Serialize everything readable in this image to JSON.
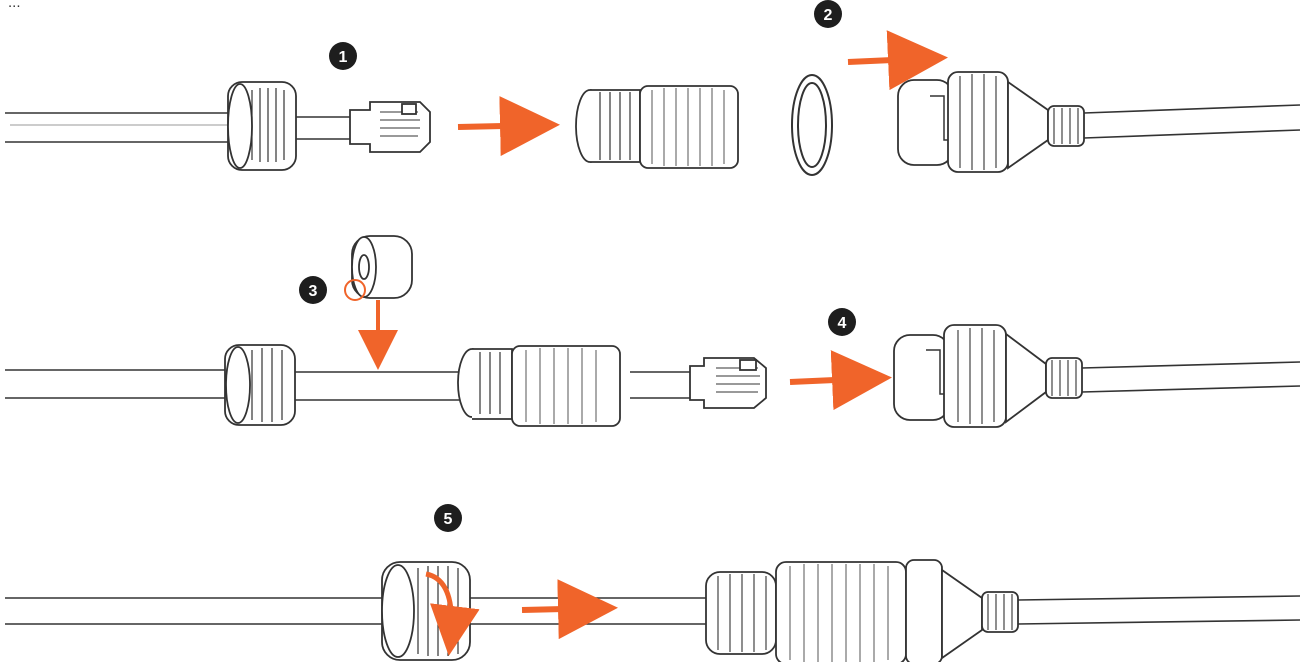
{
  "caption": "...",
  "steps": [
    "1",
    "2",
    "3",
    "4",
    "5"
  ],
  "colors": {
    "accent": "#f0642a",
    "badge": "#1e1e1e",
    "badge_text": "#ffffff",
    "line": "#333333",
    "cable_shade": "#8a8a8a"
  }
}
